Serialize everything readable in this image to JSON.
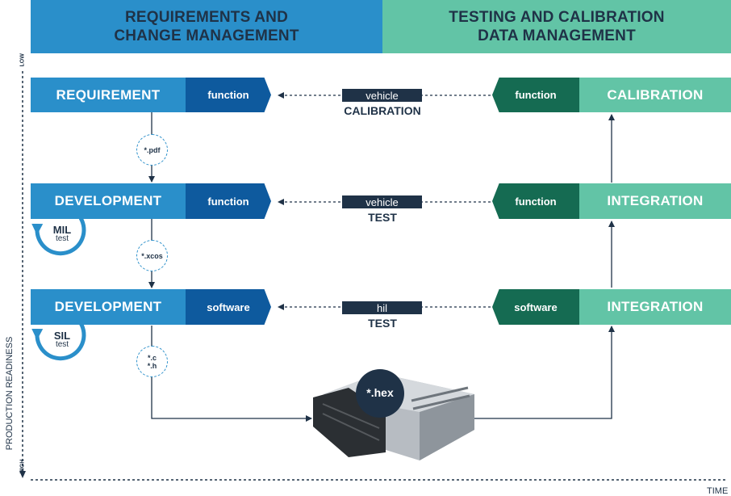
{
  "header": {
    "left": [
      "REQUIREMENTS AND",
      "CHANGE MANAGEMENT"
    ],
    "right": [
      "TESTING AND CALIBRATION",
      "DATA MANAGEMENT"
    ]
  },
  "rows": [
    {
      "left_stage": "REQUIREMENT",
      "left_tag": "function",
      "mid_box": "vehicle",
      "mid_label": "CALIBRATION",
      "right_tag": "function",
      "right_stage": "CALIBRATION"
    },
    {
      "left_stage": "DEVELOPMENT",
      "left_tag": "function",
      "mid_box": "vehicle",
      "mid_label": "TEST",
      "right_tag": "function",
      "right_stage": "INTEGRATION"
    },
    {
      "left_stage": "DEVELOPMENT",
      "left_tag": "software",
      "mid_box": "hil",
      "mid_label": "TEST",
      "right_tag": "software",
      "right_stage": "INTEGRATION"
    }
  ],
  "artifacts": {
    "pdf": "*.pdf",
    "xcos": "*.xcos",
    "c": "*.c",
    "h": "*.h",
    "hex": "*.hex"
  },
  "loops": [
    {
      "main": "MIL",
      "sub": "test"
    },
    {
      "main": "SIL",
      "sub": "test"
    }
  ],
  "axes": {
    "y_label": "PRODUCTION READINESS",
    "y_low": "LOW",
    "y_high": "HIGH",
    "x_label": "TIME"
  },
  "colors": {
    "blue": "#2a8fca",
    "blue_dark": "#0e5a9e",
    "green": "#62c4a6",
    "green_dark": "#156b52",
    "navy": "#1f3247"
  }
}
